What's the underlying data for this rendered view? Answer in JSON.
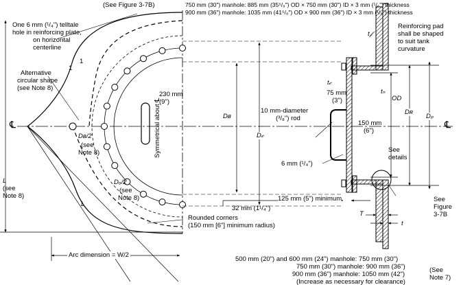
{
  "notes": {
    "see_fig_top": "(See Figure 3-7B)",
    "manhole_750": "750 mm (30\") manhole:  885 mm (35⁵/₈\") OD × 750 mm (30\") ID × 3 mm (¹/₈\") thickness",
    "manhole_900": "900 mm (36\") manhole: 1035 mm (41⁵/₈\") OD × 900 mm (36\") ID × 3 mm (¹/₈\") thickness",
    "telltale": [
      "One 6 mm (¹/₄\") telltale",
      "hole in reinforcing plate,",
      "on horizontal",
      "centerline"
    ],
    "reinforcing_pad": [
      "Reinforcing pad",
      "shall be shaped",
      "to suit tank",
      "curvature"
    ],
    "alternative_shape": [
      "Alternative",
      "circular shape",
      "(see Note 8)"
    ],
    "slope_1": "1",
    "slope_1b": "1",
    "dim_230": "230 mm",
    "dim_9": "(9\")",
    "symmetrical": "Symmetrical about ℄",
    "dim_75": "75 mm",
    "dim_3": "(3\")",
    "rod": [
      "10 mm-diameter",
      "(³/₈\") rod"
    ],
    "dim_150": "150 mm",
    "dim_6": "(6\")",
    "see_details": [
      "See",
      "details"
    ],
    "weld_6mm": "6 mm (¹/₄\")",
    "db2": [
      "Dʙ/2",
      "(see",
      "Note 8)"
    ],
    "do2": [
      "Dₒ/2",
      "(see",
      "Note 8)"
    ],
    "cl_left": "℄",
    "cl_right": "℄",
    "L_left": [
      "L",
      "(see",
      "Note 8)"
    ],
    "L_mid": "L",
    "Db": "Dʙ",
    "Dc": "D𝒸",
    "OD": "OD",
    "DR": "Dʀ",
    "Dp": "Dₚ",
    "tf": "t𝒻",
    "tc": "t𝒸",
    "tn": "tₙ",
    "dim_32": "32 mm (1¹/₄\")",
    "dim_125": "125 mm (5\") minimum",
    "T": "T",
    "t": "t",
    "see_fig_bottom": [
      "See",
      "Figure",
      "3-7B"
    ],
    "rounded_corners": [
      "Rounded corners",
      "(150 mm [6\"] minimum radius)"
    ],
    "arc_dimension": "Arc dimension = W/2",
    "manhole_sizes": [
      "500 mm (20\") and 600 mm (24\") manhole: 750 mm (30\")",
      "750 mm (30\") manhole: 900 mm (36\")",
      "900 mm (36\") manhole: 1050 mm (42\")",
      "(Increase as necessary for clearance)"
    ],
    "see_note7": [
      "(See",
      "Note 7)"
    ]
  }
}
